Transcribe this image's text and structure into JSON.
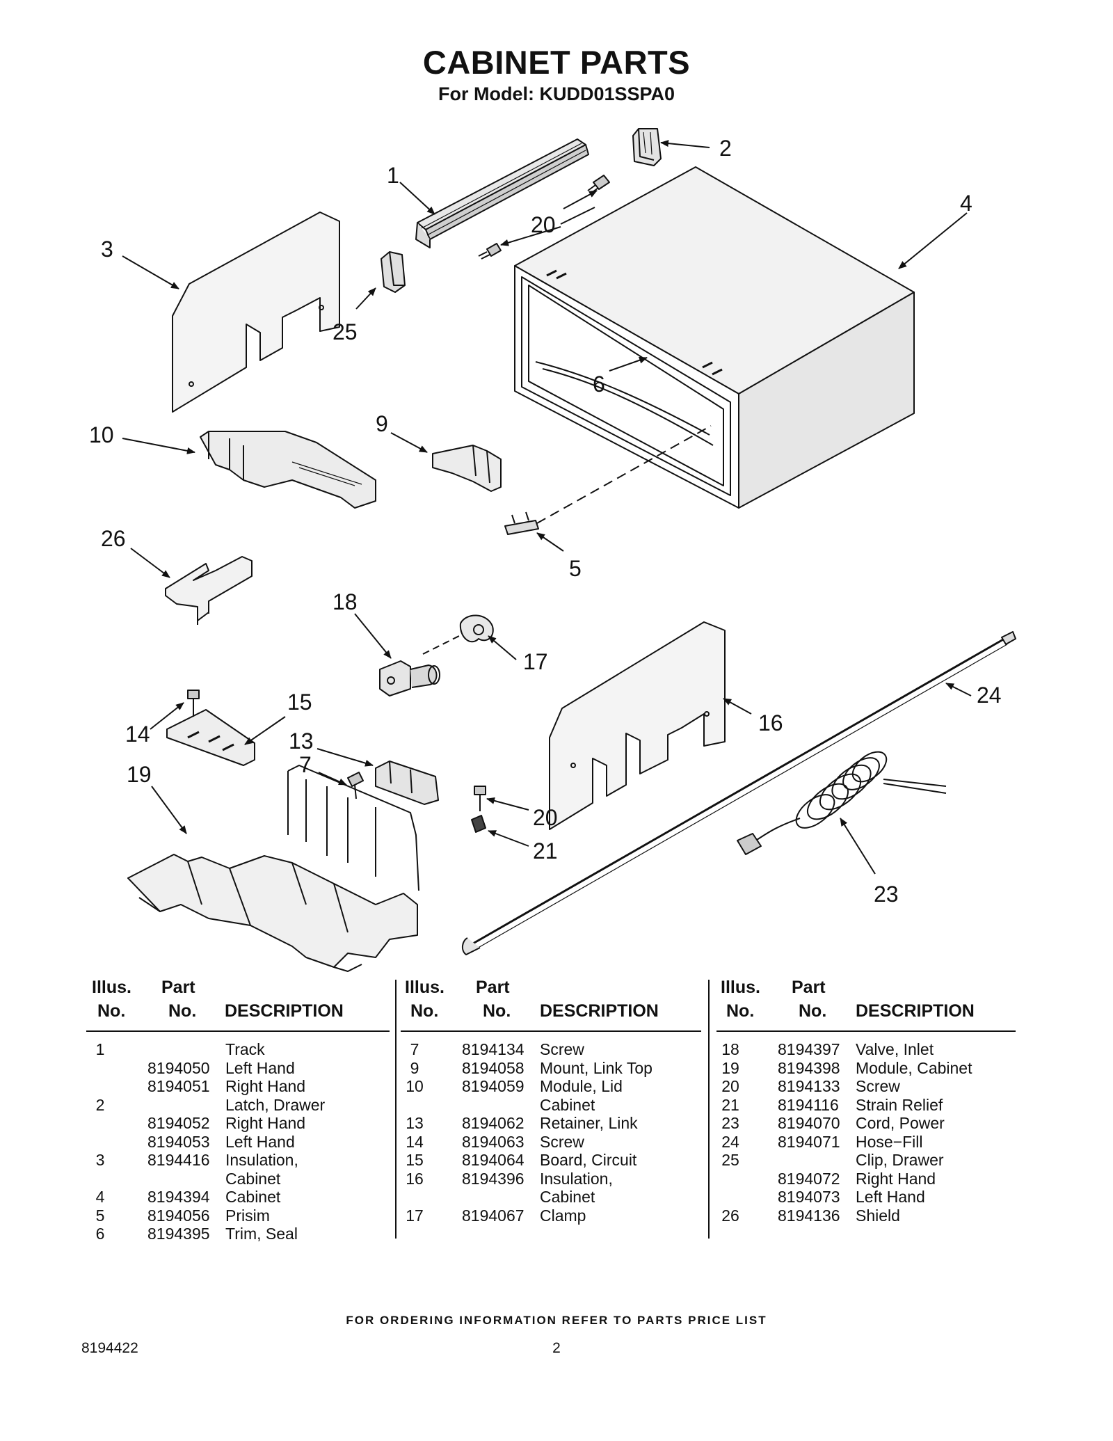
{
  "title": "CABINET PARTS",
  "subtitle": "For Model: KUDD01SSPA0",
  "diagram": {
    "callouts": [
      "1",
      "2",
      "3",
      "4",
      "6",
      "20",
      "25",
      "10",
      "9",
      "5",
      "26",
      "18",
      "17",
      "15",
      "14",
      "13",
      "7",
      "19",
      "16",
      "24",
      "20",
      "21",
      "23"
    ]
  },
  "table": {
    "headers": {
      "illus_line1": "Illus.",
      "illus_line2": "No.",
      "part_line1": "Part",
      "part_line2": "No.",
      "description": "DESCRIPTION"
    },
    "columns": [
      [
        {
          "illus": "1",
          "part": "",
          "desc": "Track"
        },
        {
          "illus": "",
          "part": "8194050",
          "desc": "Left Hand"
        },
        {
          "illus": "",
          "part": "8194051",
          "desc": "Right Hand"
        },
        {
          "illus": "2",
          "part": "",
          "desc": "Latch, Drawer"
        },
        {
          "illus": "",
          "part": "8194052",
          "desc": "Right Hand"
        },
        {
          "illus": "",
          "part": "8194053",
          "desc": "Left Hand"
        },
        {
          "illus": "3",
          "part": "8194416",
          "desc": "Insulation,"
        },
        {
          "illus": "",
          "part": "",
          "desc": "Cabinet"
        },
        {
          "illus": "4",
          "part": "8194394",
          "desc": "Cabinet"
        },
        {
          "illus": "5",
          "part": "8194056",
          "desc": "Prisim"
        },
        {
          "illus": "6",
          "part": "8194395",
          "desc": "Trim, Seal"
        }
      ],
      [
        {
          "illus": "7",
          "part": "8194134",
          "desc": "Screw"
        },
        {
          "illus": "9",
          "part": "8194058",
          "desc": "Mount, Link Top"
        },
        {
          "illus": "10",
          "part": "8194059",
          "desc": "Module, Lid"
        },
        {
          "illus": "",
          "part": "",
          "desc": "Cabinet"
        },
        {
          "illus": "13",
          "part": "8194062",
          "desc": "Retainer, Link"
        },
        {
          "illus": "14",
          "part": "8194063",
          "desc": "Screw"
        },
        {
          "illus": "15",
          "part": "8194064",
          "desc": "Board, Circuit"
        },
        {
          "illus": "16",
          "part": "8194396",
          "desc": "Insulation,"
        },
        {
          "illus": "",
          "part": "",
          "desc": "Cabinet"
        },
        {
          "illus": "17",
          "part": "8194067",
          "desc": "Clamp"
        }
      ],
      [
        {
          "illus": "18",
          "part": "8194397",
          "desc": "Valve, Inlet"
        },
        {
          "illus": "19",
          "part": "8194398",
          "desc": "Module, Cabinet"
        },
        {
          "illus": "20",
          "part": "8194133",
          "desc": "Screw"
        },
        {
          "illus": "21",
          "part": "8194116",
          "desc": "Strain Relief"
        },
        {
          "illus": "23",
          "part": "8194070",
          "desc": "Cord, Power"
        },
        {
          "illus": "24",
          "part": "8194071",
          "desc": "Hose−Fill"
        },
        {
          "illus": "25",
          "part": "",
          "desc": "Clip, Drawer"
        },
        {
          "illus": "",
          "part": "8194072",
          "desc": "Right Hand"
        },
        {
          "illus": "",
          "part": "8194073",
          "desc": "Left Hand"
        },
        {
          "illus": "26",
          "part": "8194136",
          "desc": "Shield"
        }
      ]
    ]
  },
  "footer": "FOR ORDERING INFORMATION REFER TO PARTS PRICE LIST",
  "doc_number": "8194422",
  "page_number": "2"
}
